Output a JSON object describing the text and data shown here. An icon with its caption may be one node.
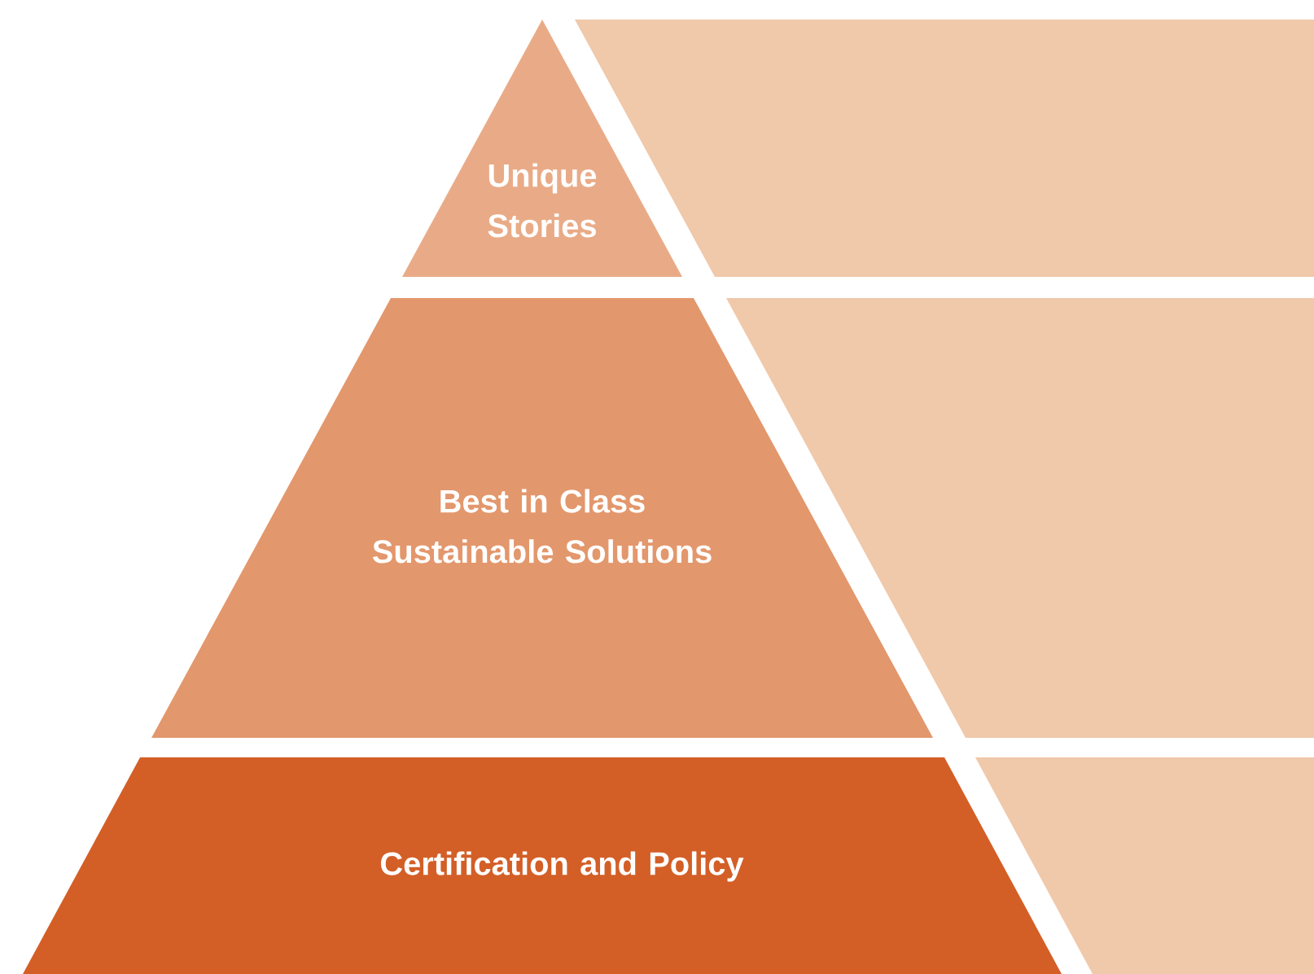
{
  "diagram": {
    "nodes": [
      {
        "text": [
          "Unique Stories"
        ]
      },
      {
        "text": [
          "Best in Class Sustainable Solutions"
        ]
      },
      {
        "text": [
          "Certification and Policy"
        ]
      },
      {
        "text": [],
        "shape": "box"
      },
      {
        "text": [],
        "shape": "box"
      },
      {
        "text": [],
        "shape": "box"
      }
    ]
  }
}
